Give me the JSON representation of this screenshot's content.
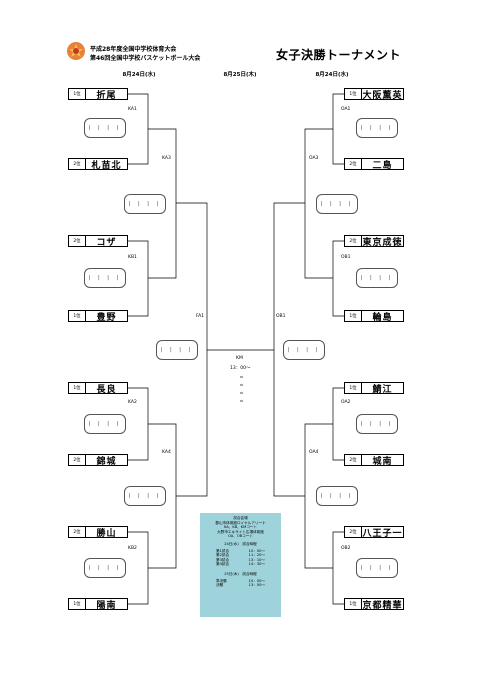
{
  "header": {
    "line1": "平成28年度全国中学校体育大会",
    "line2": "第46回全国中学校バスケットボール大会",
    "title": "女子決勝トーナメント"
  },
  "dates": {
    "left": "8月24日(水)",
    "center": "8月25日(木)",
    "right": "8月24日(水)"
  },
  "teams": {
    "left": [
      {
        "rank": "1位",
        "name": "折尾"
      },
      {
        "rank": "2位",
        "name": "札苗北"
      },
      {
        "rank": "2位",
        "name": "コザ"
      },
      {
        "rank": "1位",
        "name": "豊野"
      },
      {
        "rank": "1位",
        "name": "長良"
      },
      {
        "rank": "2位",
        "name": "錦城"
      },
      {
        "rank": "2位",
        "name": "勝山"
      },
      {
        "rank": "1位",
        "name": "陽南"
      }
    ],
    "right": [
      {
        "rank": "1位",
        "name": "大阪薫英"
      },
      {
        "rank": "2位",
        "name": "二島"
      },
      {
        "rank": "2位",
        "name": "東京成徳"
      },
      {
        "rank": "1位",
        "name": "輪島"
      },
      {
        "rank": "1位",
        "name": "鯖江"
      },
      {
        "rank": "2位",
        "name": "城南"
      },
      {
        "rank": "2位",
        "name": "八王子一"
      },
      {
        "rank": "1位",
        "name": "京都精華"
      }
    ]
  },
  "codes": {
    "ka1": "KA1",
    "kb1": "KB1",
    "ka2": "KA2",
    "kb2": "KB2",
    "ka3": "KA3",
    "ka4": "KA4",
    "fa1": "FA1",
    "oa1": "OA1",
    "ob1": "OB1",
    "oa2": "OA2",
    "ob2": "OB2",
    "oa3": "OA3",
    "oa4": "OA4",
    "ob1b": "OB1",
    "final": "KM",
    "final_time": "13：00～"
  },
  "score_placeholder": "| | | |",
  "info": {
    "venue_title": "試合会場",
    "venue1": "郡山市体育館ロイヤルアリーナ",
    "venue1_courts": "KA、KB、KMコート",
    "venue2": "大野市エキサイト広場体育館",
    "venue2_courts": "OA、OBコート",
    "day1_title": "24日(水)　試合時程",
    "day1_schedule": [
      {
        "label": "第1試合",
        "time": "10：00～"
      },
      {
        "label": "第2試合",
        "time": "11：20～"
      },
      {
        "label": "第3試合",
        "time": "13：10～"
      },
      {
        "label": "第4試合",
        "time": "14：30～"
      }
    ],
    "day2_title": "25日(木)　試合時程",
    "day2_schedule": [
      {
        "label": "準決勝",
        "time": "10：00～"
      },
      {
        "label": "決勝",
        "time": "13：00～"
      }
    ]
  },
  "colors": {
    "info_bg": "#9fd3dc",
    "logo": "#e8823a"
  }
}
